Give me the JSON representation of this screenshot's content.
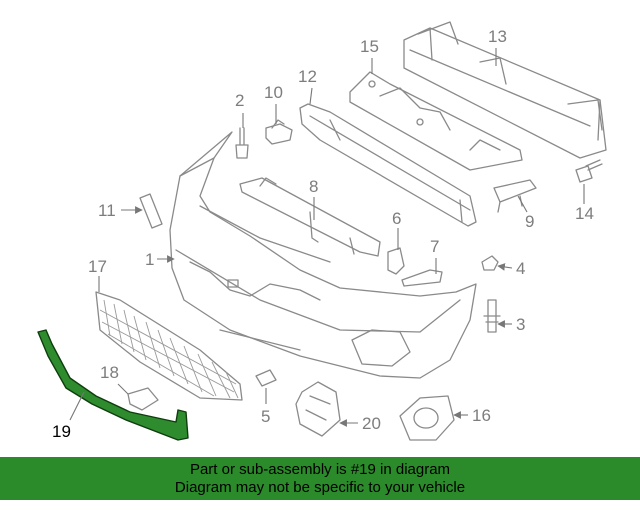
{
  "diagram": {
    "callouts": {
      "c1": "1",
      "c2": "2",
      "c3": "3",
      "c4": "4",
      "c5": "5",
      "c6": "6",
      "c7": "7",
      "c8": "8",
      "c9": "9",
      "c10": "10",
      "c11": "11",
      "c12": "12",
      "c13": "13",
      "c14": "14",
      "c15": "15",
      "c16": "16",
      "c17": "17",
      "c18": "18",
      "c19": "19",
      "c20": "20"
    },
    "colors": {
      "highlight_part": "#2e8b2e",
      "banner_background": "#2b8a29",
      "line_art": "#8a8a8a"
    }
  },
  "banner": {
    "line1": "Part or sub-assembly is #19 in diagram",
    "line2": "Diagram may not be specific to your vehicle"
  }
}
